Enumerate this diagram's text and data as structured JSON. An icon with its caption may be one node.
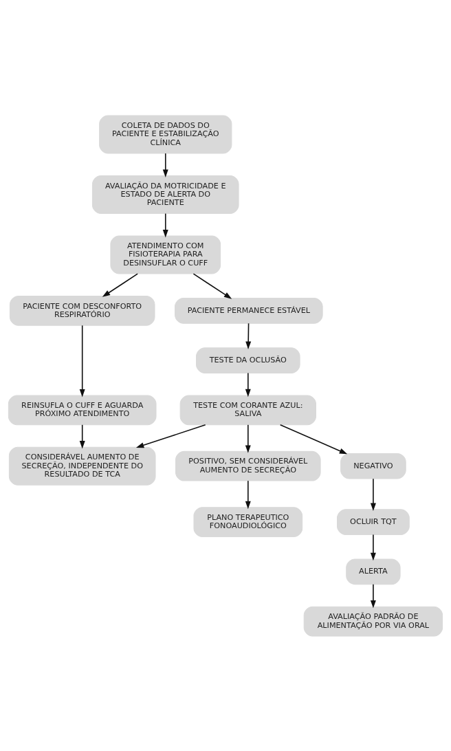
{
  "diagram": {
    "nodes": [
      {
        "text": [
          "COLETA DE DADOS DO PACIENTE E ESTABILIZAÇÃO CLÍNICA"
        ]
      },
      {
        "text": [
          "AVALIAÇÃO DA MOTRICIDADE E ESTADO DE ALERTA DO PACIENTE"
        ]
      },
      {
        "text": [
          "ATENDIMENTO COM FISIOTERAPIA PARA DESINSUFLAR O CUFF"
        ]
      },
      {
        "text": [
          "PACIENTE COM DESCONFORTO RESPIRATÓRIO"
        ]
      },
      {
        "text": [
          "PACIENTE PERMANECE ESTÁVEL"
        ]
      },
      {
        "text": [
          "REINSUFLA O CUFF E AGUARDA PRÓXIMO ATENDIMENTO"
        ]
      },
      {
        "text": [
          "TESTE DA OCLUSÃO"
        ]
      },
      {
        "text": [
          "TESTE COM CORANTE AZUL: SALIVA"
        ]
      },
      {
        "text": [
          "CONSIDERÁVEL AUMENTO DE SECREÇÃO, INDEPENDENTE DO RESULTADO DE TCA"
        ]
      },
      {
        "text": [
          "POSITIVO, SEM CONSIDERÁVEL AUMENTO DE SECREÇÃO"
        ]
      },
      {
        "text": [
          "NEGATIVO"
        ]
      },
      {
        "text": [
          "PLANO TERAPEUTICO FONOAUDIOLÓGICO"
        ]
      },
      {
        "text": [
          "OCLUIR TQT"
        ]
      },
      {
        "text": [
          "ALERTA"
        ]
      },
      {
        "text": [
          "AVALIAÇÃO PADRÃO DE ALIMENTAÇÃO POR VIA ORAL"
        ]
      }
    ],
    "edges": [
      {
        "from": 0,
        "to": 1,
        "arrow": "to"
      },
      {
        "from": 1,
        "to": 2,
        "arrow": "to"
      },
      {
        "from": 2,
        "to": 3,
        "arrow": "to"
      },
      {
        "from": 2,
        "to": 4,
        "arrow": "to"
      },
      {
        "from": 3,
        "to": 5,
        "arrow": "to"
      },
      {
        "from": 4,
        "to": 6,
        "arrow": "to"
      },
      {
        "from": 5,
        "to": 8,
        "arrow": "to"
      },
      {
        "from": 6,
        "to": 7,
        "arrow": "to"
      },
      {
        "from": 7,
        "to": 8,
        "arrow": "to"
      },
      {
        "from": 7,
        "to": 9,
        "arrow": "to"
      },
      {
        "from": 7,
        "to": 10,
        "arrow": "to"
      },
      {
        "from": 9,
        "to": 11,
        "arrow": "to"
      },
      {
        "from": 10,
        "to": 12,
        "arrow": "to"
      },
      {
        "from": 12,
        "to": 13,
        "arrow": "to"
      },
      {
        "from": 13,
        "to": 14,
        "arrow": "to"
      }
    ]
  }
}
